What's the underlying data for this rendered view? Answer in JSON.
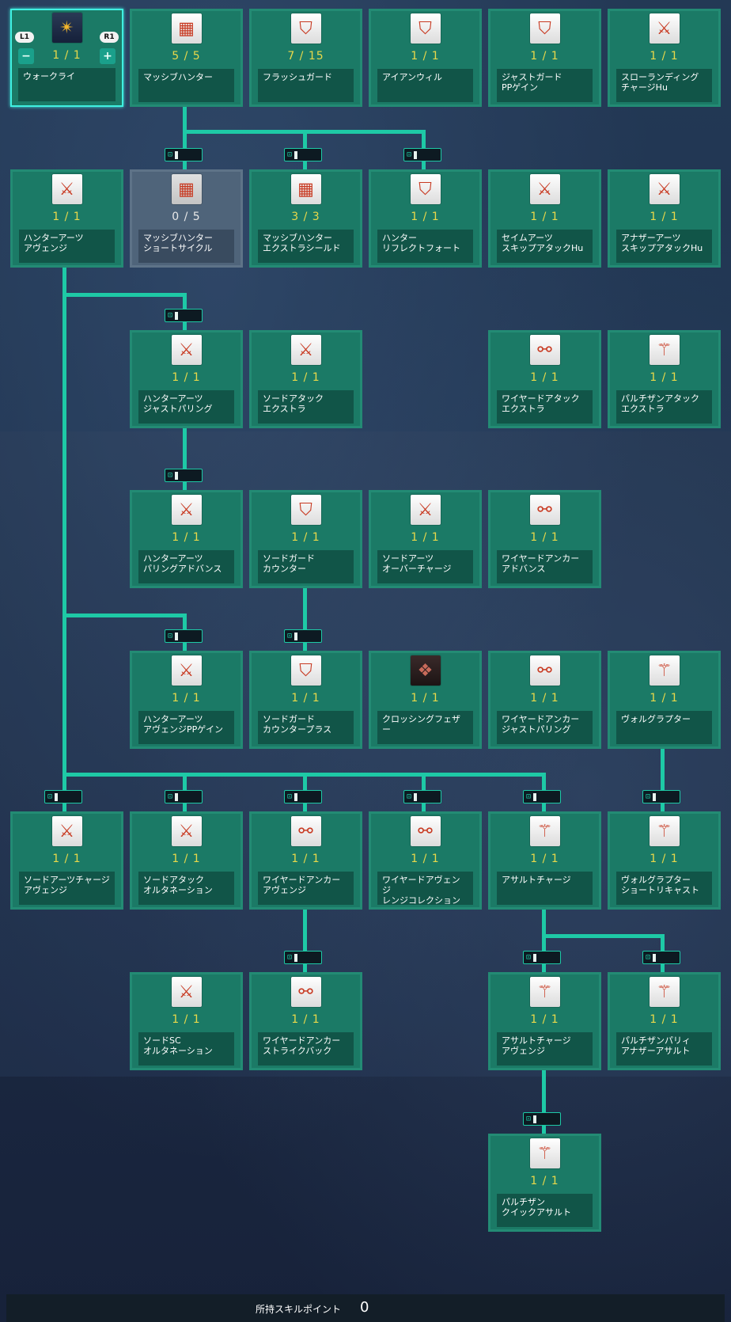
{
  "switcher": {
    "left_button": "L1",
    "right_button": "R1",
    "minus": "−",
    "plus": "+"
  },
  "skills": [
    {
      "name": "ウォークライ",
      "level": "1 / 1",
      "icon": "warcry-icon",
      "glyph": "✴"
    },
    {
      "name": "マッシブハンター",
      "level": "5 / 5",
      "icon": "armor-icon",
      "glyph": "▦"
    },
    {
      "name": "フラッシュガード",
      "level": "7 / 15",
      "icon": "guard-chevron-icon",
      "glyph": "⛉"
    },
    {
      "name": "アイアンウィル",
      "level": "1 / 1",
      "icon": "shield-icon",
      "glyph": "⛉"
    },
    {
      "name": "ジャストガード\nPPゲイン",
      "level": "1 / 1",
      "icon": "shield-pp-icon",
      "glyph": "⛉"
    },
    {
      "name": "スローランディング\nチャージHu",
      "level": "1 / 1",
      "icon": "sword-slash-icon",
      "glyph": "⚔"
    },
    {
      "name": "ハンターアーツ\nアヴェンジ",
      "level": "1 / 1",
      "icon": "sword-shield-icon",
      "glyph": "⚔"
    },
    {
      "name": "マッシブハンター\nショートサイクル",
      "level": "0 / 5",
      "icon": "armor-clock-icon",
      "glyph": "▦"
    },
    {
      "name": "マッシブハンター\nエクストラシールド",
      "level": "3 / 3",
      "icon": "armor-shield-icon",
      "glyph": "▦"
    },
    {
      "name": "ハンター\nリフレクトフォート",
      "level": "1 / 1",
      "icon": "shield-reflect-icon",
      "glyph": "⛉"
    },
    {
      "name": "セイムアーツ\nスキップアタックHu",
      "level": "1 / 1",
      "icon": "sword-equal-icon",
      "glyph": "⚔"
    },
    {
      "name": "アナザーアーツ\nスキップアタックHu",
      "level": "1 / 1",
      "icon": "sword-notequal-icon",
      "glyph": "⚔"
    },
    {
      "name": "ハンターアーツ\nジャストパリング",
      "level": "1 / 1",
      "icon": "sword-parry-icon",
      "glyph": "⚔"
    },
    {
      "name": "ソードアタック\nエクストラ",
      "level": "1 / 1",
      "icon": "sword-plus-icon",
      "glyph": "⚔"
    },
    {
      "name": "ワイヤードアタック\nエクストラ",
      "level": "1 / 1",
      "icon": "wire-plus-icon",
      "glyph": "⚯"
    },
    {
      "name": "パルチザンアタック\nエクストラ",
      "level": "1 / 1",
      "icon": "partisan-plus-icon",
      "glyph": "⚚"
    },
    {
      "name": "ハンターアーツ\nパリングアドバンス",
      "level": "1 / 1",
      "icon": "sword-user-icon",
      "glyph": "⚔"
    },
    {
      "name": "ソードガード\nカウンター",
      "level": "1 / 1",
      "icon": "shield-counter-icon",
      "glyph": "⛉"
    },
    {
      "name": "ソードアーツ\nオーバーチャージ",
      "level": "1 / 1",
      "icon": "sword-overcharge-icon",
      "glyph": "⚔"
    },
    {
      "name": "ワイヤードアンカー\nアドバンス",
      "level": "1 / 1",
      "icon": "wire-anchor-icon",
      "glyph": "⚯"
    },
    {
      "name": "ハンターアーツ\nアヴェンジPPゲイン",
      "level": "1 / 1",
      "icon": "sword-pp-icon",
      "glyph": "⚔"
    },
    {
      "name": "ソードガード\nカウンタープラス",
      "level": "1 / 1",
      "icon": "shield-counter-plus-icon",
      "glyph": "⛉"
    },
    {
      "name": "クロッシングフェザー",
      "level": "1 / 1",
      "icon": "feather-icon",
      "glyph": "❖"
    },
    {
      "name": "ワイヤードアンカー\nジャストパリング",
      "level": "1 / 1",
      "icon": "wire-shield-icon",
      "glyph": "⚯"
    },
    {
      "name": "ヴォルグラプター",
      "level": "1 / 1",
      "icon": "partisan-shield-icon",
      "glyph": "⚚"
    },
    {
      "name": "ソードアーツチャージ\nアヴェンジ",
      "level": "1 / 1",
      "icon": "sword-charge-icon",
      "glyph": "⚔"
    },
    {
      "name": "ソードアタック\nオルタネーション",
      "level": "1 / 1",
      "icon": "sword-alt-icon",
      "glyph": "⚔"
    },
    {
      "name": "ワイヤードアンカー\nアヴェンジ",
      "level": "1 / 1",
      "icon": "wire-avenge-icon",
      "glyph": "⚯"
    },
    {
      "name": "ワイヤードアヴェンジ\nレンジコレクション",
      "level": "1 / 1",
      "icon": "wire-range-icon",
      "glyph": "⚯"
    },
    {
      "name": "アサルトチャージ",
      "level": "1 / 1",
      "icon": "partisan-charge-icon",
      "glyph": "⚚"
    },
    {
      "name": "ヴォルグラプター\nショートリキャスト",
      "level": "1 / 1",
      "icon": "partisan-clock-icon",
      "glyph": "⚚"
    },
    {
      "name": "ソードSC\nオルタネーション",
      "level": "1 / 1",
      "icon": "sword-sc-icon",
      "glyph": "⚔"
    },
    {
      "name": "ワイヤードアンカー\nストライクバック",
      "level": "1 / 1",
      "icon": "wire-strike-icon",
      "glyph": "⚯"
    },
    {
      "name": "アサルトチャージ\nアヴェンジ",
      "level": "1 / 1",
      "icon": "partisan-avenge-icon",
      "glyph": "⚚"
    },
    {
      "name": "パルチザンパリィ\nアナザーアサルト",
      "level": "1 / 1",
      "icon": "partisan-parry-icon",
      "glyph": "⚚"
    },
    {
      "name": "パルチザン\nクイックアサルト",
      "level": "1 / 1",
      "icon": "partisan-quick-icon",
      "glyph": "⚚"
    }
  ],
  "footer": {
    "label": "所持スキルポイント",
    "value": "0"
  }
}
